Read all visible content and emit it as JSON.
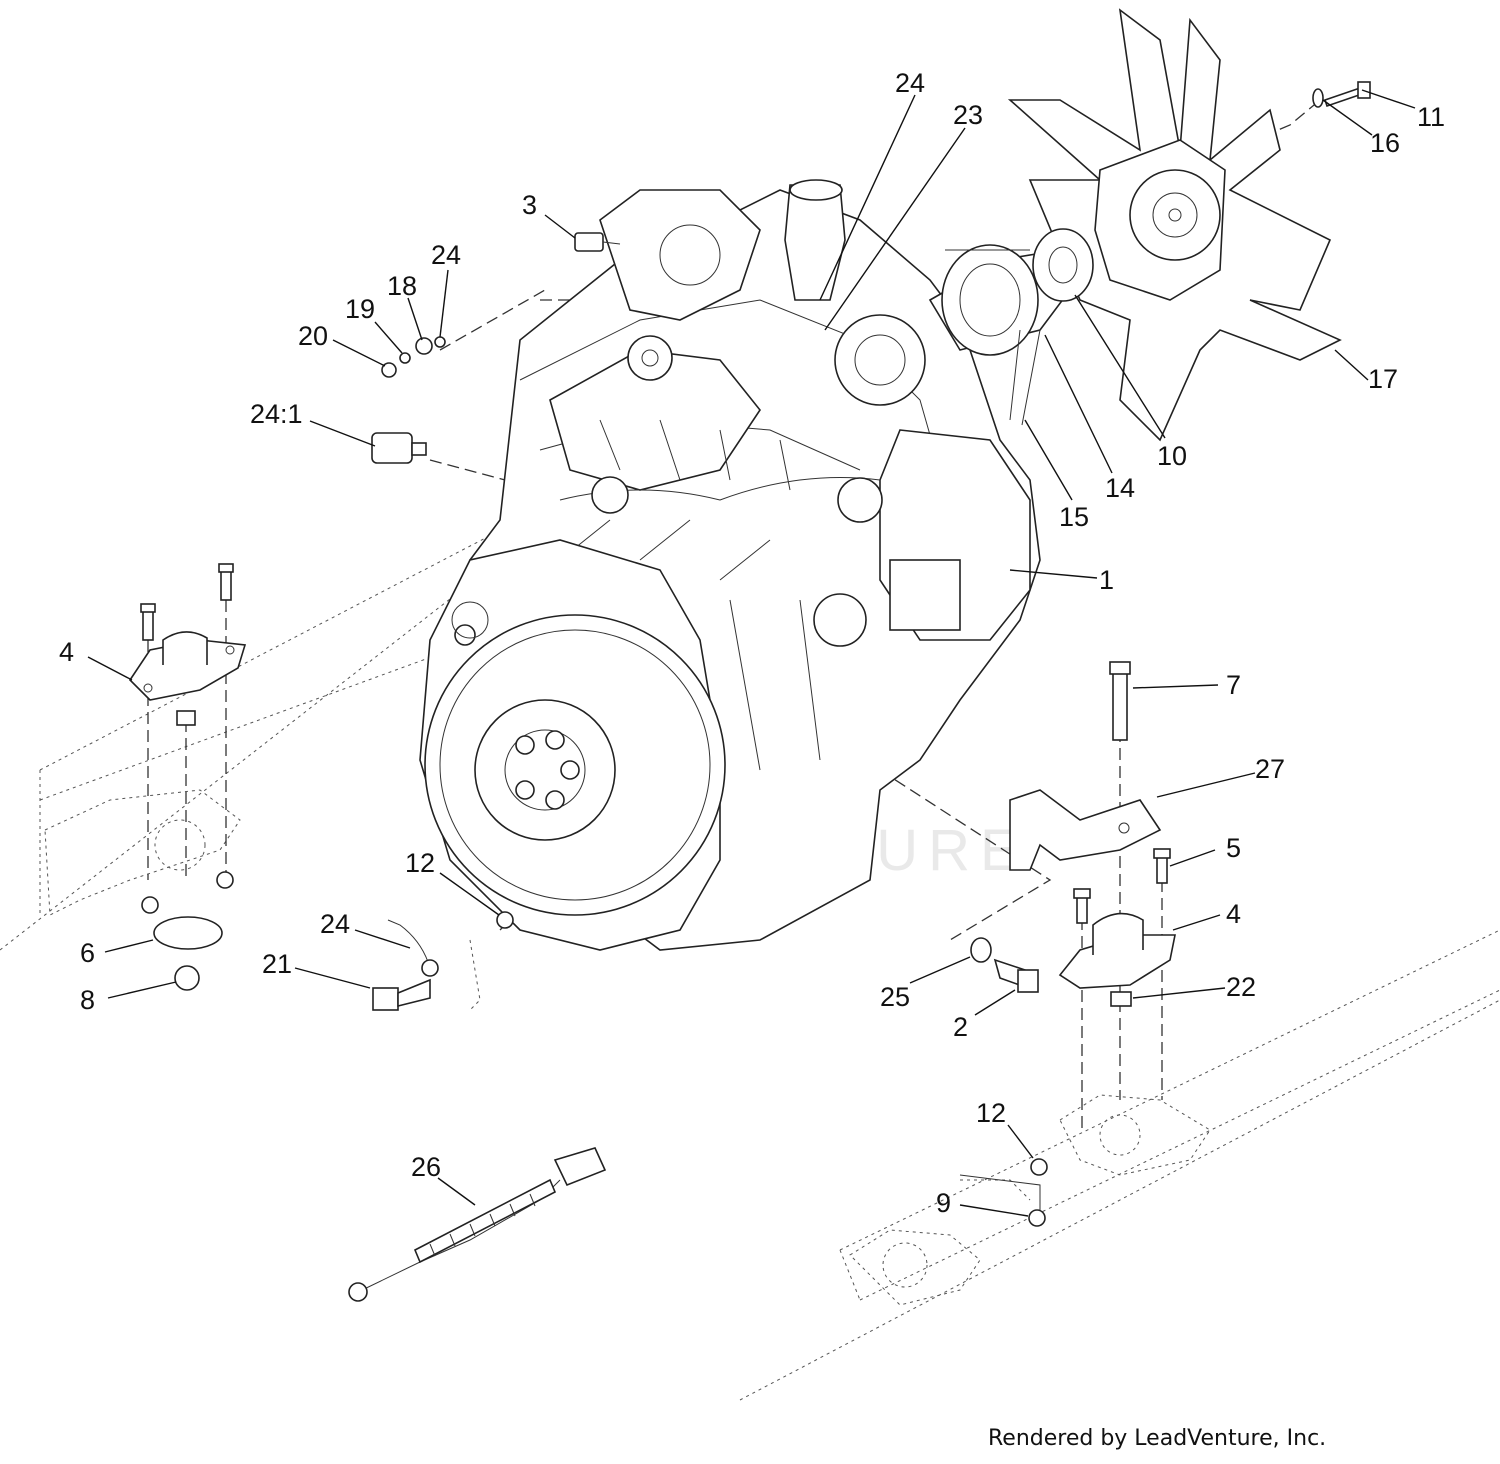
{
  "watermark": "LEADVENTURE",
  "credit": "Rendered by LeadVenture, Inc.",
  "callouts": [
    {
      "id": "c24a",
      "text": "24"
    },
    {
      "id": "c23",
      "text": "23"
    },
    {
      "id": "c11",
      "text": "11"
    },
    {
      "id": "c16",
      "text": "16"
    },
    {
      "id": "c3",
      "text": "3"
    },
    {
      "id": "c24b",
      "text": "24"
    },
    {
      "id": "c18",
      "text": "18"
    },
    {
      "id": "c19",
      "text": "19"
    },
    {
      "id": "c20",
      "text": "20"
    },
    {
      "id": "c17",
      "text": "17"
    },
    {
      "id": "c24c",
      "text": "24:1"
    },
    {
      "id": "c10",
      "text": "10"
    },
    {
      "id": "c14",
      "text": "14"
    },
    {
      "id": "c15",
      "text": "15"
    },
    {
      "id": "c1",
      "text": "1"
    },
    {
      "id": "c4a",
      "text": "4"
    },
    {
      "id": "c7",
      "text": "7"
    },
    {
      "id": "c27",
      "text": "27"
    },
    {
      "id": "c5",
      "text": "5"
    },
    {
      "id": "c12a",
      "text": "12"
    },
    {
      "id": "c4b",
      "text": "4"
    },
    {
      "id": "c24d",
      "text": "24"
    },
    {
      "id": "c6",
      "text": "6"
    },
    {
      "id": "c21",
      "text": "21"
    },
    {
      "id": "c22",
      "text": "22"
    },
    {
      "id": "c8",
      "text": "8"
    },
    {
      "id": "c25",
      "text": "25"
    },
    {
      "id": "c2",
      "text": "2"
    },
    {
      "id": "c12b",
      "text": "12"
    },
    {
      "id": "c26",
      "text": "26"
    },
    {
      "id": "c9",
      "text": "9"
    }
  ]
}
